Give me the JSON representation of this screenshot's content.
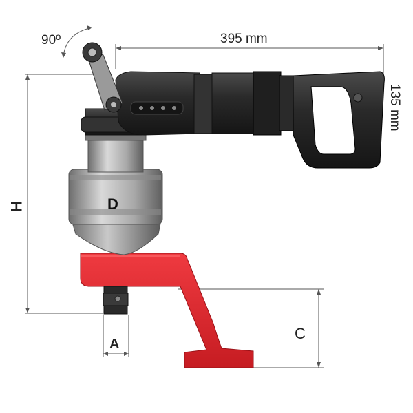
{
  "labels": {
    "rotation": "90º",
    "length": "395 mm",
    "height_side": "135 mm",
    "H": "H",
    "D": "D",
    "A": "A",
    "C": "C"
  },
  "colors": {
    "reaction_arm": "#e3262d",
    "body_dark": "#2b2b2b",
    "gearbox_silver": "#9a9a9a"
  }
}
